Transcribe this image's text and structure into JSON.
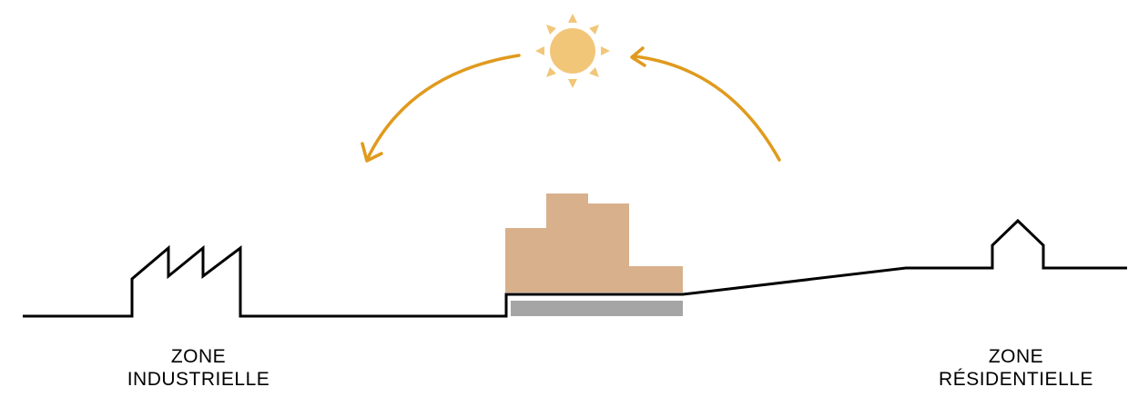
{
  "labels": {
    "industrial": {
      "line1": "ZONE",
      "line2": "INDUSTRIELLE"
    },
    "residential": {
      "line1": "ZONE",
      "line2": "RÉSIDENTIELLE"
    }
  },
  "icons": {
    "sun": "sun-icon",
    "factory": "factory-icon",
    "house": "house-icon",
    "building": "building-icon"
  },
  "colors": {
    "sun_core": "#f2c679",
    "sun_rays": "#f2c679",
    "sun_path_arrows": "#e09a1d",
    "building": "#d8b08c",
    "slab": "#a5a5a5",
    "ground_line": "#000000",
    "background": "#ffffff"
  }
}
